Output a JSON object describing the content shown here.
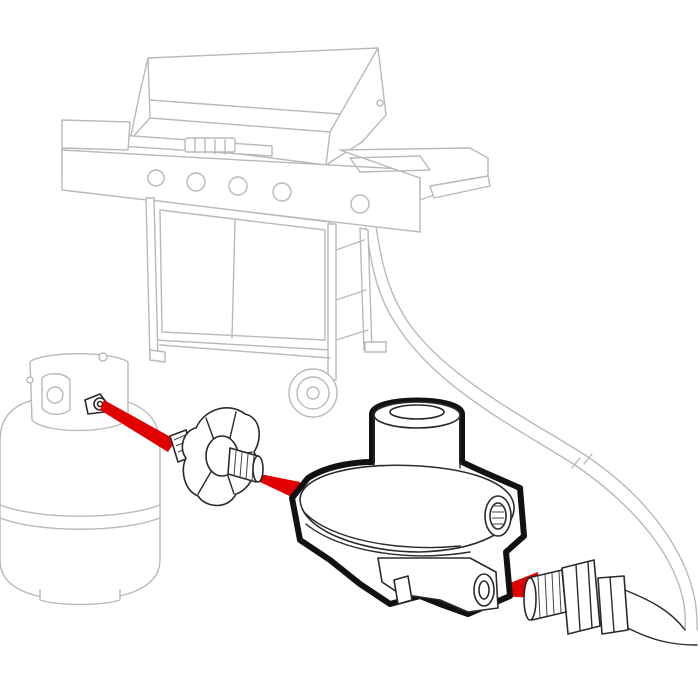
{
  "colors": {
    "background": "#ffffff",
    "ghost_outline": "#b9b9b9",
    "highlight_outline": "#111111",
    "connection_beam": "#e00000"
  },
  "components": [
    {
      "id": "grill",
      "icon": "gas-grill-icon"
    },
    {
      "id": "propane_tank",
      "icon": "propane-tank-icon"
    },
    {
      "id": "tank_connector",
      "icon": "tank-connector-icon"
    },
    {
      "id": "regulator",
      "icon": "gas-regulator-icon"
    },
    {
      "id": "hose_fitting",
      "icon": "hose-fitting-icon"
    },
    {
      "id": "gas_hose",
      "icon": "gas-hose-icon"
    }
  ],
  "connections": [
    {
      "from": "propane_tank",
      "to": "tank_connector"
    },
    {
      "from": "tank_connector",
      "to": "regulator"
    },
    {
      "from": "regulator",
      "to": "hose_fitting"
    }
  ]
}
